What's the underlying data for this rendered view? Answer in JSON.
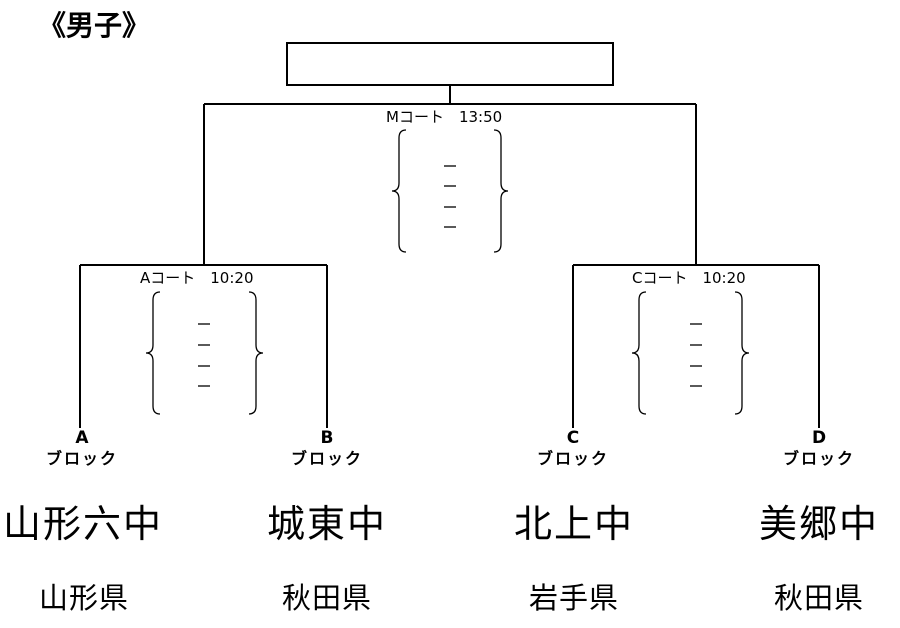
{
  "title": "《男子》",
  "matches": {
    "final": {
      "court_label": "Mコート　13:50"
    },
    "semi_a": {
      "court_label": "Aコート　10:20"
    },
    "semi_c": {
      "court_label": "Cコート　10:20"
    }
  },
  "teams": [
    {
      "block_letter": "A",
      "block_label": "ブロック",
      "school": "山形六中",
      "prefecture": "山形県"
    },
    {
      "block_letter": "B",
      "block_label": "ブロック",
      "school": "城東中",
      "prefecture": "秋田県"
    },
    {
      "block_letter": "C",
      "block_label": "ブロック",
      "school": "北上中",
      "prefecture": "岩手県"
    },
    {
      "block_letter": "D",
      "block_label": "ブロック",
      "school": "美郷中",
      "prefecture": "秋田県"
    }
  ],
  "colors": {
    "line": "#000000",
    "background": "#ffffff"
  }
}
